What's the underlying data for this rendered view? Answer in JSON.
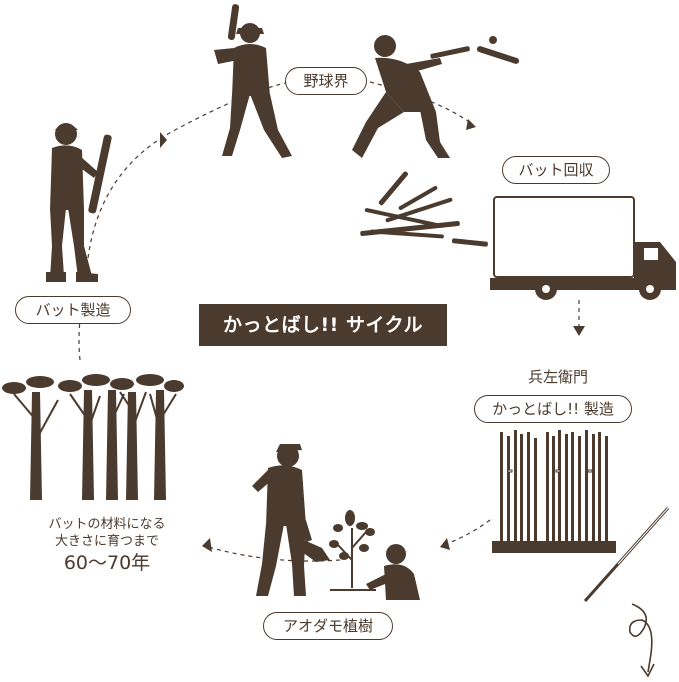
{
  "title": "かっとばし!! サイクル",
  "steps": {
    "baseball": "野球界",
    "collection": "バット回収",
    "maker": "兵左衛門",
    "product": "かっとばし!! 製造",
    "planting": "アオダモ植樹",
    "growth_line1": "バットの材料になる",
    "growth_line2": "大きさに育つまで",
    "growth_years": "60〜70年",
    "bat_making": "バット製造"
  },
  "colors": {
    "ink": "#4b3a2e",
    "background": "#ffffff"
  },
  "icons": [
    "batter-icon",
    "swinging-player-icon",
    "broken-bats-icon",
    "truck-icon",
    "chopsticks-rack-icon",
    "chopstick-icon",
    "planter-icon",
    "sapling-icon",
    "child-icon",
    "trees-icon",
    "craftsman-icon",
    "curly-arrow-icon"
  ]
}
